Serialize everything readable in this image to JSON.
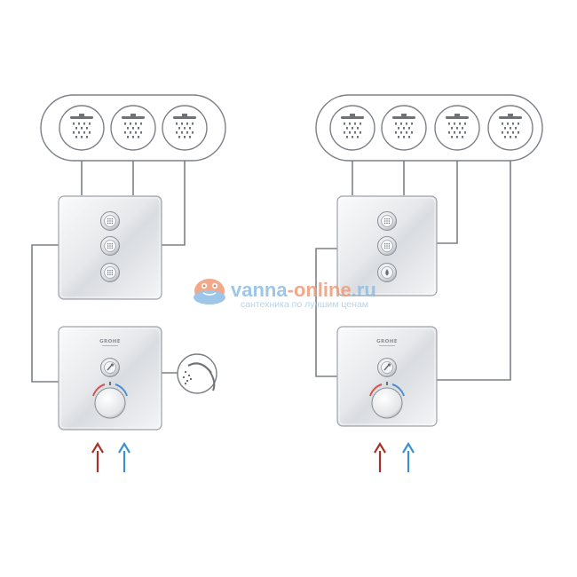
{
  "brand": "GROHE",
  "watermark": {
    "name_part1": "vanna",
    "name_part2": "-online",
    "name_part3": ".ru",
    "tagline": "сантехника по лучшим ценам"
  },
  "colors": {
    "hot_arrow": "#a83228",
    "cold_arrow": "#3b8fd2",
    "pipe": "#7c8086",
    "chrome_light": "#f3f4f6",
    "chrome_dark": "#b8bcc2",
    "watermark_blue": "#8dbde4",
    "watermark_orange": "#f29a76"
  },
  "icons": {
    "shower_head": "overhead-shower-icon",
    "hand_shower": "hand-shower-icon",
    "hot_in": "hot-water-inlet-arrow",
    "cold_in": "cold-water-inlet-arrow"
  },
  "configurations": [
    {
      "outlets": 3,
      "selector_buttons": 3,
      "hand_shower": true
    },
    {
      "outlets": 4,
      "selector_buttons": 3,
      "hand_shower": false
    }
  ]
}
